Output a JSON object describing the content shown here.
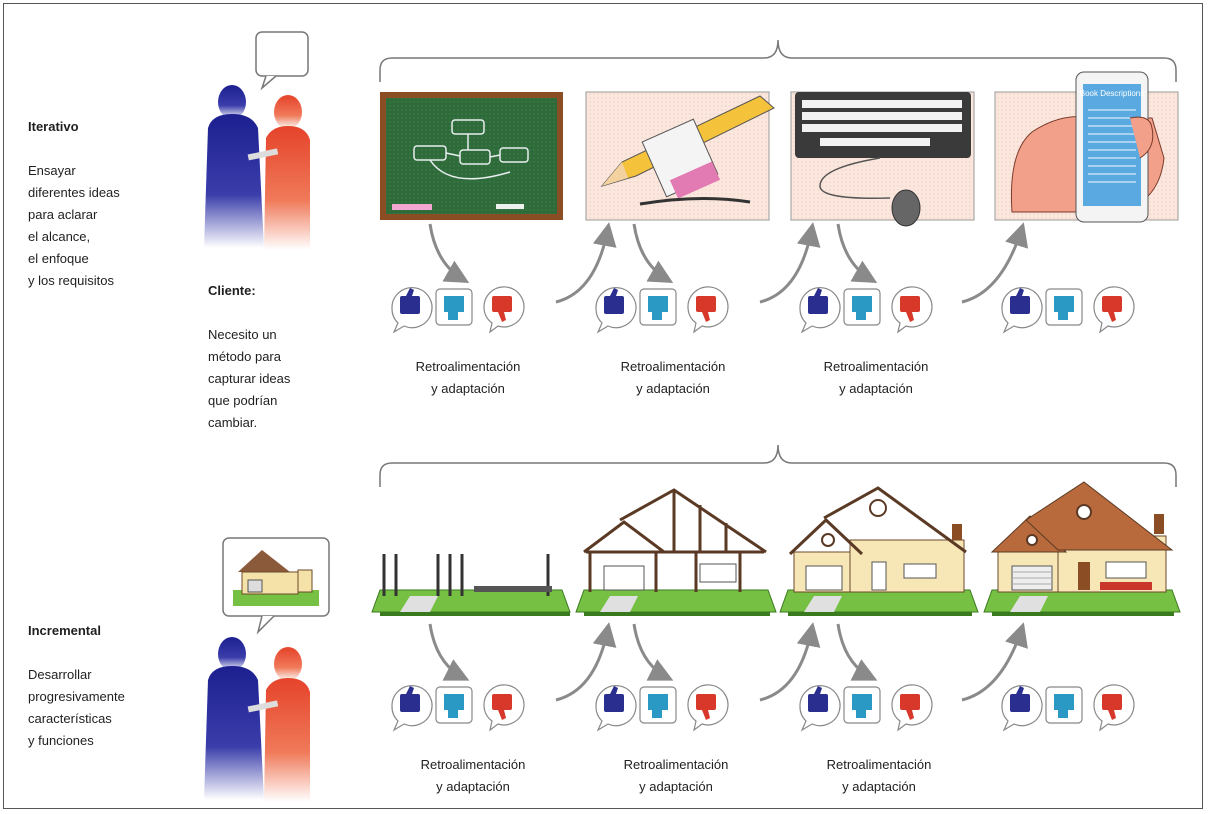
{
  "iterative": {
    "title": "Iterativo",
    "description": "Ensayar\ndiferentes ideas\npara aclarar\nel alcance,\nel enfoque\ny los requisitos",
    "client_label": "Cliente:",
    "client_text": "Necesito un\nmétodo para\ncapturar ideas\nque podrían\ncambiar.",
    "phone_screen_text": "Book Descriptions",
    "feedback_labels": [
      "Retroalimentación\ny adaptación",
      "Retroalimentación\ny adaptación",
      "Retroalimentación\ny adaptación"
    ]
  },
  "incremental": {
    "title": "Incremental",
    "description": "Desarrollar\nprogresivamente\ncaracterísticas\ny funciones",
    "feedback_labels": [
      "Retroalimentación\ny adaptación",
      "Retroalimentación\ny adaptación",
      "Retroalimentación\ny adaptación"
    ]
  },
  "colors": {
    "client_blue": "#1c1f8f",
    "stakeholder_red": "#e5432a",
    "thumb_up": "#2a2f8f",
    "thumb_side": "#2a9ac4",
    "thumb_down": "#d8382a",
    "grass": "#76c043",
    "panel_bg": "#fbe7de",
    "chalkboard": "#2f6b3a",
    "arrow": "#8a8a8a"
  }
}
